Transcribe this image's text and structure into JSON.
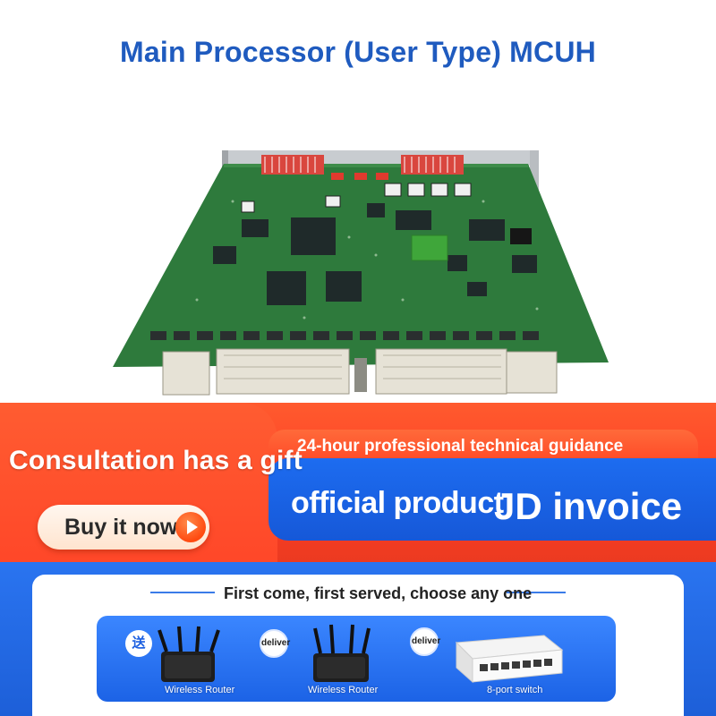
{
  "title": "Main Processor (User Type) MCUH",
  "promo": {
    "gift_text": "Consultation has a gift",
    "guidance": "24-hour professional technical guidance",
    "official": "official product",
    "jd_invoice": "JD invoice",
    "buy_button": "Buy it now"
  },
  "gifts": {
    "heading": "First come, first served, choose any one",
    "badge": "送",
    "deliver": "deliver",
    "items": [
      {
        "label": "Wireless Router",
        "icon": "wireless-router-icon"
      },
      {
        "label": "Wireless Router",
        "icon": "wireless-router-icon"
      },
      {
        "label": "8-port switch",
        "icon": "network-switch-icon"
      }
    ]
  },
  "colors": {
    "title_blue": "#1f5bbf",
    "promo_orange": "#ff4a27",
    "band_blue": "#1d6cf0",
    "pcb_green": "#2e7a3c"
  }
}
